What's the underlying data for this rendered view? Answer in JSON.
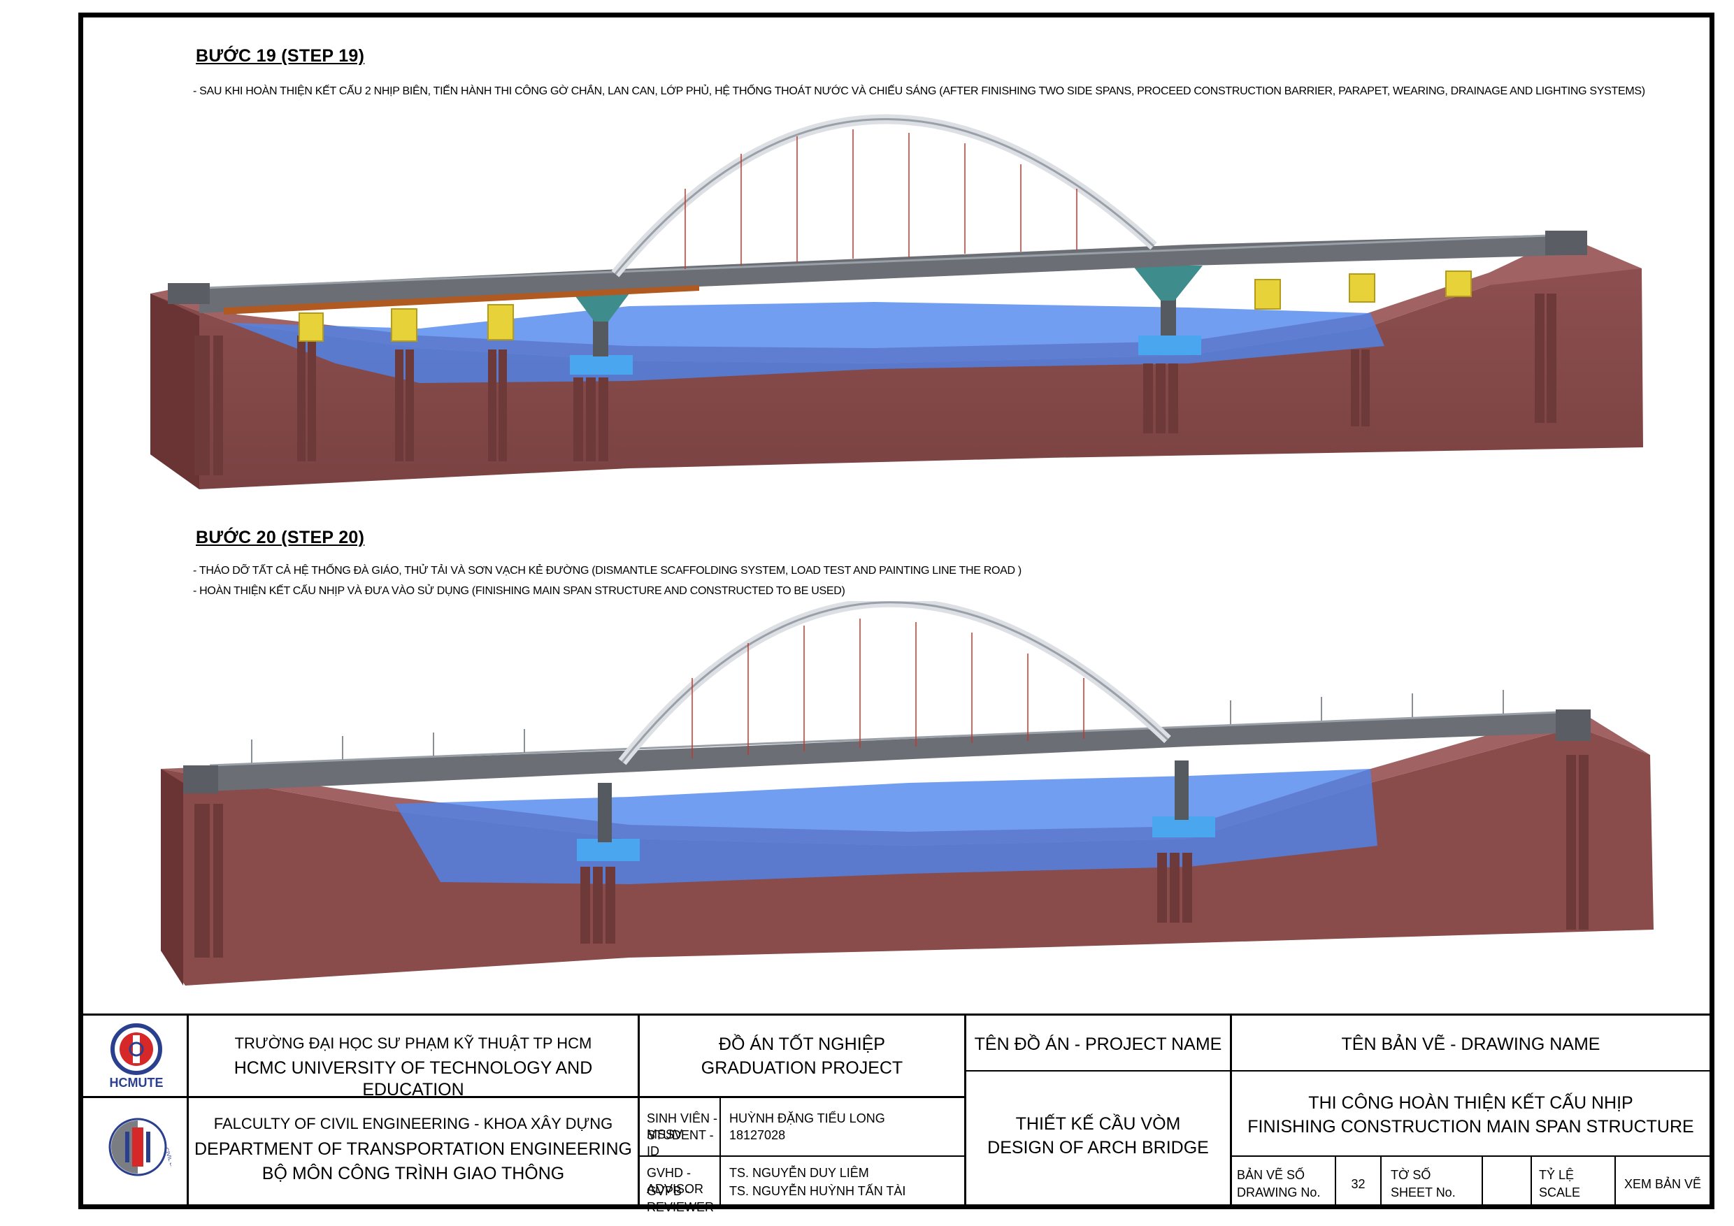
{
  "step19": {
    "title": "BƯỚC 19 (STEP 19)",
    "note": "- SAU KHI HOÀN THIỆN KẾT CẤU 2 NHỊP BIÊN, TIẾN HÀNH THI CÔNG GỜ CHẮN, LAN CAN, LỚP PHỦ, HỆ THỐNG  THOÁT NƯỚC VÀ CHIẾU SÁNG (AFTER FINISHING TWO SIDE SPANS, PROCEED CONSTRUCTION BARRIER, PARAPET, WEARING, DRAINAGE AND LIGHTING SYSTEMS)"
  },
  "step20": {
    "title": "BƯỚC 20 (STEP 20)",
    "note1": "- THÁO DỠ TẤT CẢ HỆ THỐNG ĐÀ GIÁO, THỬ TẢI VÀ SƠN VẠCH KẺ ĐƯỜNG  (DISMANTLE SCAFFOLDING SYSTEM, LOAD TEST AND PAINTING LINE THE ROAD )",
    "note2": "- HOÀN THIỆN KẾT CẤU NHỊP VÀ ĐƯA VÀO SỬ DỤNG (FINISHING MAIN SPAN STRUCTURE AND CONSTRUCTED TO BE USED)"
  },
  "colors": {
    "soil": "#8a4b4b",
    "water": "#4f86ee",
    "deck": "#6b6e74",
    "scaffold": "#e8d23a",
    "arch": "#e2e4e8"
  },
  "title_block": {
    "logo1_text": "HCMUTE",
    "logo2_text": "CIVIL ENGINEERING",
    "university_vn": "TRƯỜNG ĐẠI HỌC SƯ PHẠM KỸ THUẬT TP HCM",
    "university_en": "HCMC UNIVERSITY OF TECHNOLOGY AND EDUCATION",
    "faculty": "FALCULTY OF CIVIL ENGINEERING - KHOA XÂY DỰNG",
    "department_en": "DEPARTMENT OF TRANSPORTATION ENGINEERING",
    "department_vn": "BỘ MÔN CÔNG TRÌNH GIAO THÔNG",
    "project_type_vn": "ĐỒ ÁN TỐT NGHIỆP",
    "project_type_en": "GRADUATION PROJECT",
    "student_label_1": "SINH VIÊN - MSSV",
    "student_label_2": "STUDENT - ID",
    "student_name": "HUỲNH ĐẶNG TIỂU LONG",
    "student_id": "18127028",
    "advisor_label": "GVHD - ADVISOR",
    "reviewer_label": "GVPB - REVIEWER",
    "advisor_name": "TS. NGUYỄN DUY LIÊM",
    "reviewer_name": "TS. NGUYỄN HUỲNH TẤN TÀI",
    "project_name_label": "TÊN ĐỒ ÁN -  PROJECT NAME",
    "project_name_vn": "THIẾT KẾ CẦU VÒM",
    "project_name_en": "DESIGN OF ARCH BRIDGE",
    "drawing_name_label": "TÊN BẢN VẼ -  DRAWING NAME",
    "drawing_name_vn": "THI CÔNG HOÀN THIỆN KẾT CẤU NHỊP",
    "drawing_name_en": "FINISHING CONSTRUCTION MAIN SPAN STRUCTURE",
    "drawing_no_label_1": "BẢN VẼ SỐ",
    "drawing_no_label_2": "DRAWING No.",
    "drawing_no": "32",
    "sheet_no_label_1": "TỜ SỐ",
    "sheet_no_label_2": "SHEET No.",
    "sheet_no": "",
    "scale_label_1": "TỶ LỆ",
    "scale_label_2": "SCALE",
    "scale_value": "XEM BẢN VẼ"
  }
}
